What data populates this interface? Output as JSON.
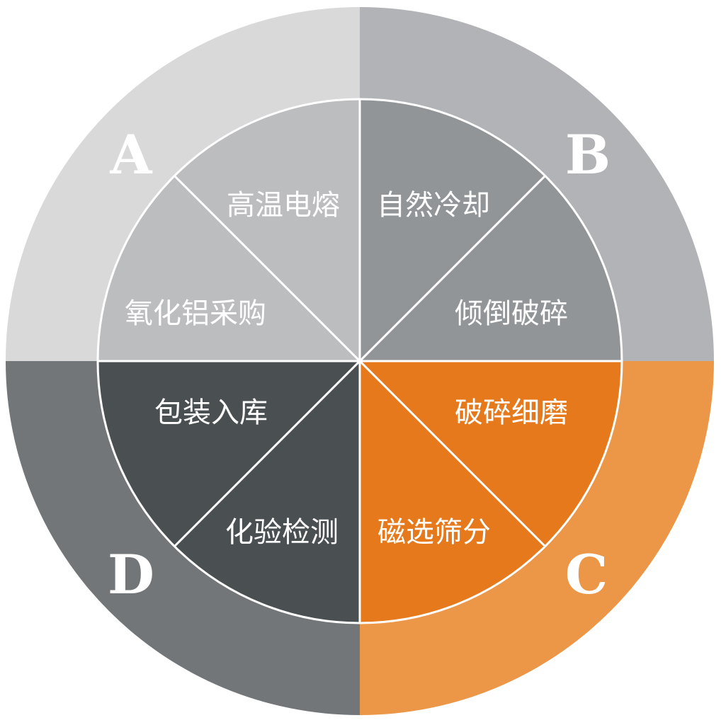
{
  "quadrants": [
    {
      "letter": "A",
      "outer_color": "#d9d9da",
      "inner_color": "#bcbdbf",
      "steps": [
        "高温电熔",
        "氧化铝采购"
      ]
    },
    {
      "letter": "B",
      "outer_color": "#b1b3b6",
      "inner_color": "#929598",
      "steps": [
        "自然冷却",
        "倾倒破碎"
      ]
    },
    {
      "letter": "C",
      "outer_color": "#ec9647",
      "inner_color": "#e5791b",
      "steps": [
        "破碎细磨",
        "磁选筛分"
      ]
    },
    {
      "letter": "D",
      "outer_color": "#737678",
      "inner_color": "#4a4f52",
      "steps": [
        "化验检测",
        "包装入库"
      ]
    }
  ]
}
